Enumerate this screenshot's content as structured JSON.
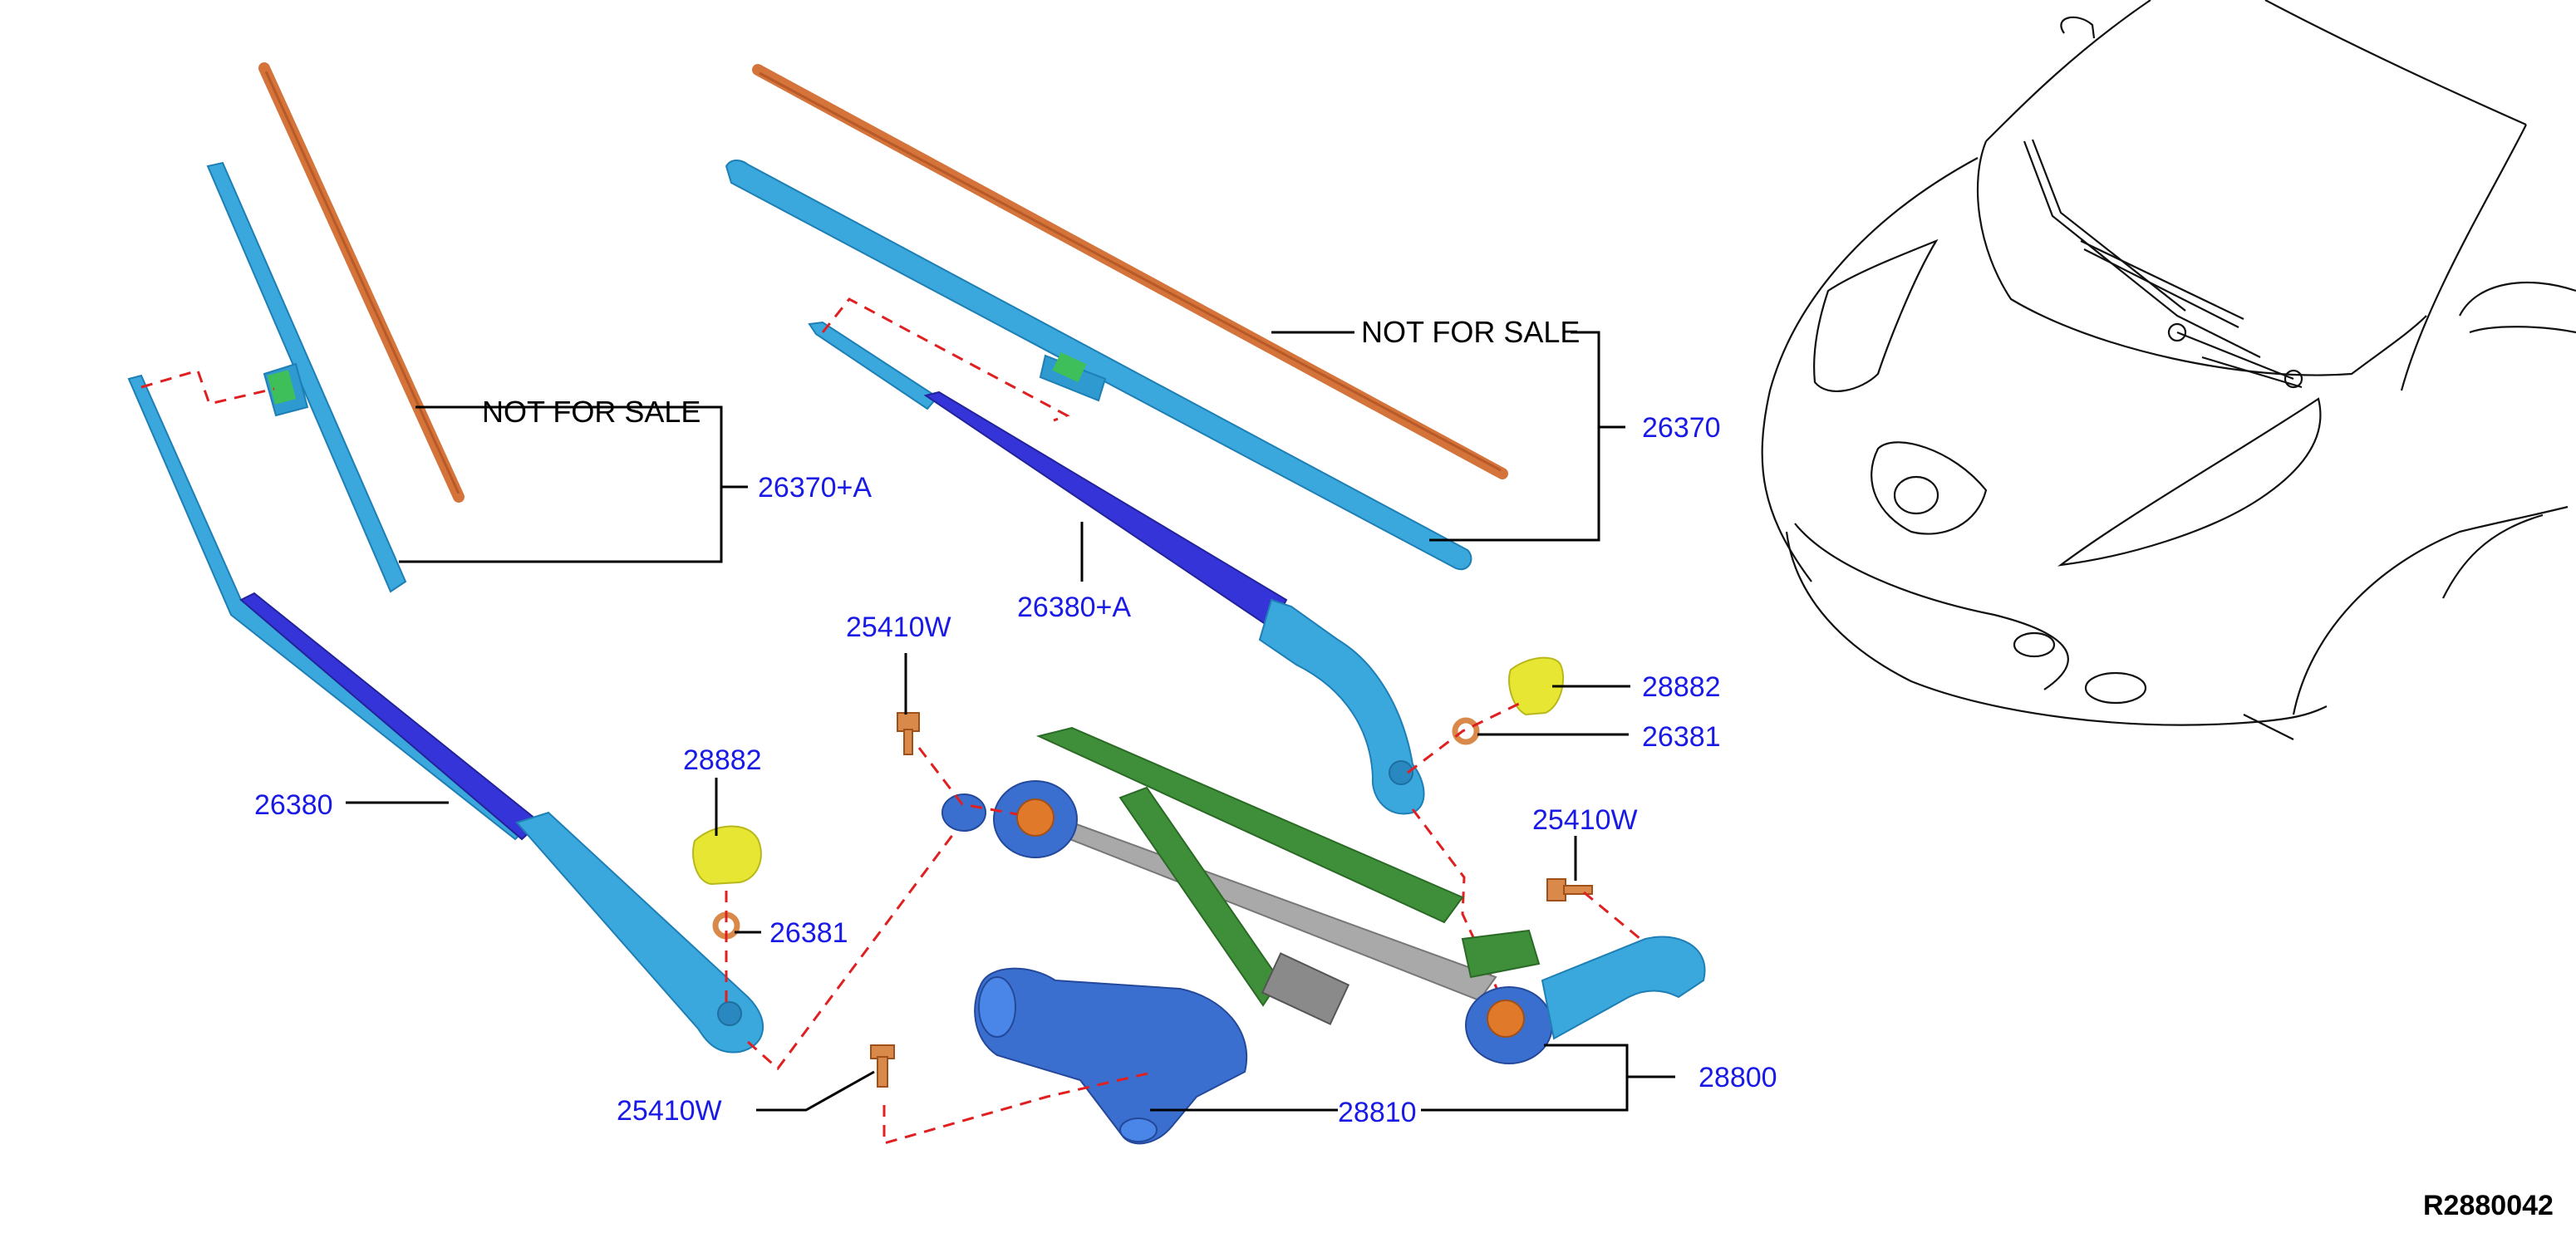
{
  "labels": {
    "not_for_sale_left": "NOT FOR SALE",
    "not_for_sale_right": "NOT FOR SALE",
    "p26370a": "26370+A",
    "p26370": "26370",
    "p26380a": "26380+A",
    "p26380": "26380",
    "p25410w_top": "25410W",
    "p25410w_right": "25410W",
    "p25410w_bottom": "25410W",
    "p28882_right": "28882",
    "p28882_left": "28882",
    "p26381_right": "26381",
    "p26381_left": "26381",
    "p28800": "28800",
    "p28810": "28810",
    "diagram_id": "R2880042"
  },
  "colors": {
    "wiper_light_blue": "#3aa7dd",
    "wiper_dark_blue": "#3434d8",
    "blade_refill_orange": "#d4733a",
    "linkage_green": "#3f8f3a",
    "linkage_gray": "#a9a9a9",
    "motor_blue": "#3a6fd0",
    "cap_yellow": "#e6e633",
    "hardware_orange": "#d98a4a",
    "label_blue": "#1a1ae6"
  }
}
